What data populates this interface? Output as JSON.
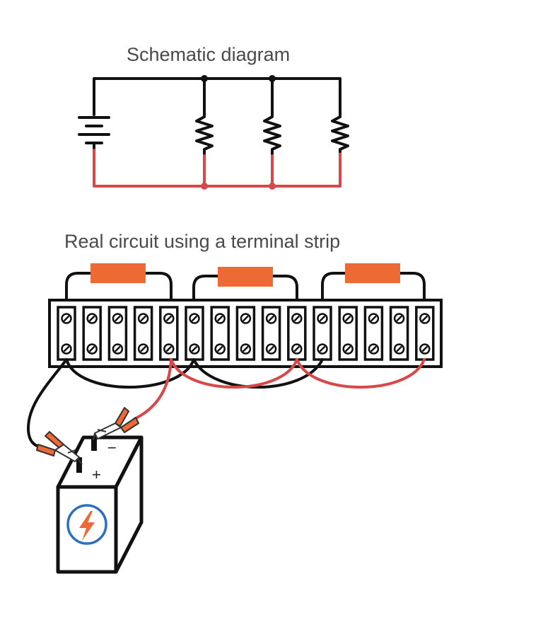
{
  "titles": {
    "schematic": "Schematic diagram",
    "real_circuit": "Real circuit using a terminal strip"
  },
  "battery_terminals": {
    "negative": "−",
    "positive": "+"
  },
  "colors": {
    "wire_black": "#111111",
    "wire_red": "#d94848",
    "resistor_body": "#ee6a35",
    "battery_logo_ring": "#2a6fc0",
    "battery_logo_bolt": "#ee6a35"
  },
  "icons": {
    "battery_logo": "lightning-bolt-icon",
    "screw": "screw-head-icon"
  },
  "terminal_strip": {
    "terminal_count": 15
  }
}
